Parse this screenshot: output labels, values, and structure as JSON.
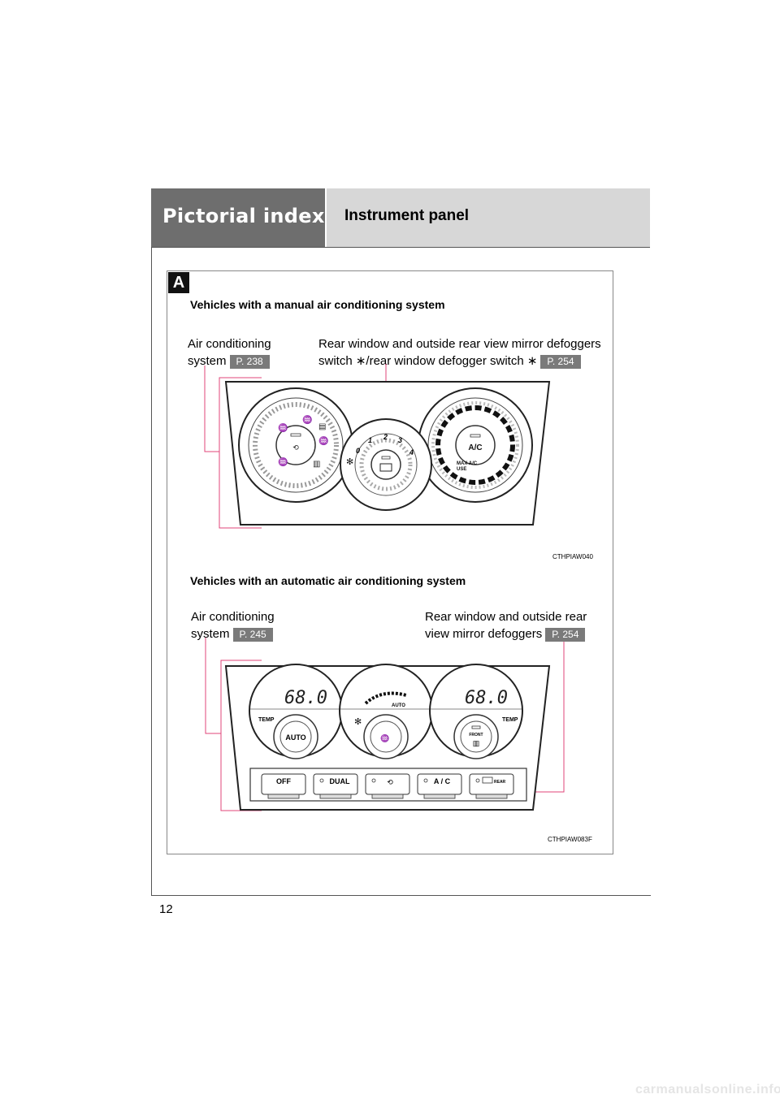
{
  "header": {
    "section_label": "Pictorial index",
    "page_title": "Instrument panel"
  },
  "section_badge": "A",
  "manual": {
    "title": "Vehicles with a manual air conditioning system",
    "ac_label_line1": "Air conditioning",
    "ac_label_line2": "system",
    "ac_ref": "P. 238",
    "defog_label_line1": "Rear window and outside rear view mirror defoggers",
    "defog_label_line2": "switch ∗/rear window defogger switch ∗",
    "defog_ref": "P. 254",
    "figure_code": "CTHPIAW040",
    "fan_numbers": [
      "0",
      "1",
      "2",
      "3",
      "4"
    ],
    "ac_button": "A/C",
    "max_ac": "MAX A/C",
    "use": "USE"
  },
  "automatic": {
    "title": "Vehicles with an automatic air conditioning system",
    "ac_label_line1": "Air conditioning",
    "ac_label_line2": "system",
    "ac_ref": "P. 245",
    "defog_label_line1": "Rear window and outside rear",
    "defog_label_line2": "view mirror defoggers",
    "defog_ref": "P. 254",
    "figure_code": "CTHPIAW083F",
    "temp_left_display": "68.0",
    "temp_right_display": "68.0",
    "temp_label": "TEMP",
    "auto_knob": "AUTO",
    "auto_display": "AUTO",
    "front_label": "FRONT",
    "buttons": [
      "OFF",
      "DUAL",
      "A / C",
      "REAR"
    ]
  },
  "page_number": "12",
  "watermark": "carmanualsonline.info",
  "colors": {
    "leader_line": "#e0447a",
    "header_dark": "#6e6e6e",
    "header_light": "#d7d7d7",
    "ref_badge": "#7a7a7a"
  }
}
